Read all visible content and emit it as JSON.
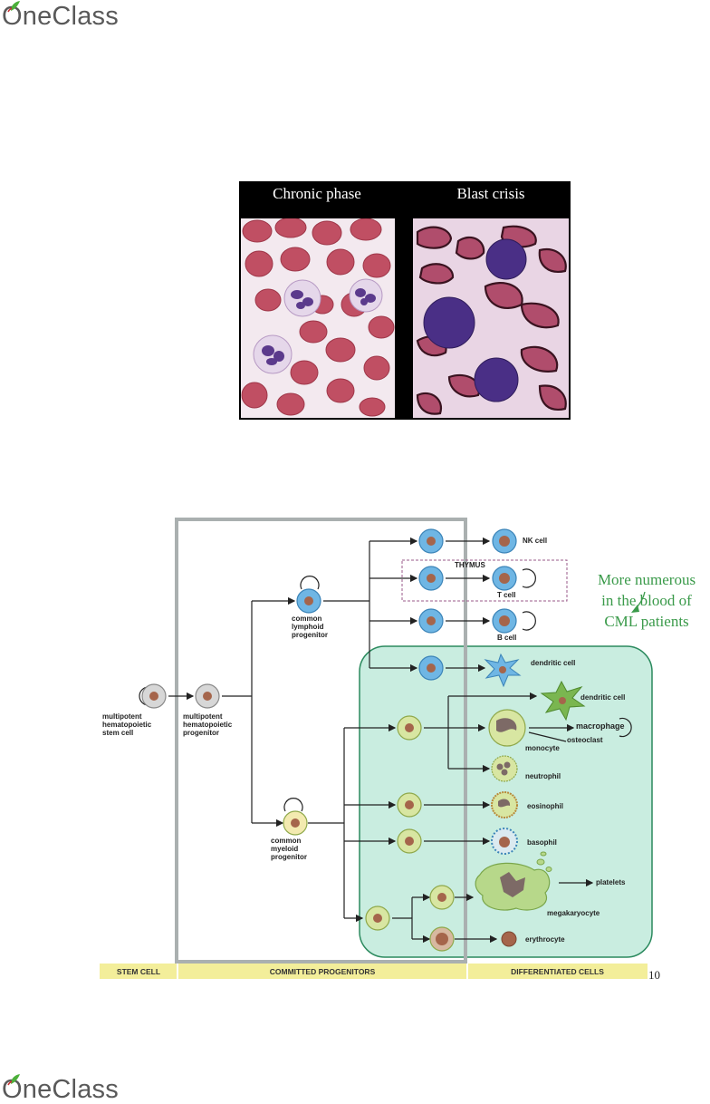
{
  "brand": {
    "name": "OneClass"
  },
  "micrographs": {
    "left_label": "Chronic phase",
    "right_label": "Blast crisis"
  },
  "diagram": {
    "thymus": "THYMUS",
    "cells": {
      "stem": "multipotent\nhematopoietic\nstem cell",
      "mpp": "multipotent\nhematopoietic\nprogenitor",
      "clp": "common\nlymphoid\nprogenitor",
      "cmp": "common\nmyeloid\nprogenitor",
      "nk": "NK cell",
      "t": "T cell",
      "b": "B cell",
      "dendritic_lymphoid": "dendritic cell",
      "dendritic_myeloid": "dendritic cell",
      "monocyte": "monocyte",
      "macrophage": "macrophage",
      "osteoclast": "osteoclast",
      "neutrophil": "neutrophil",
      "eosinophil": "eosinophil",
      "basophil": "basophil",
      "platelets": "platelets",
      "megakaryocyte": "megakaryocyte",
      "erythrocyte": "erythrocyte"
    },
    "bands": {
      "stem": "STEM CELL",
      "committed": "COMMITTED PROGENITORS",
      "differentiated": "DIFFERENTIATED CELLS"
    },
    "annotation": "More numerous\nin the blood of\nCML patients",
    "page_number": "10"
  },
  "colors": {
    "lymphoid": "#6fb6e4",
    "myeloid": "#d8e6a2",
    "green_box": "#c9ede0",
    "band": "#f3ee9a",
    "annotation": "#3a9a4a"
  }
}
